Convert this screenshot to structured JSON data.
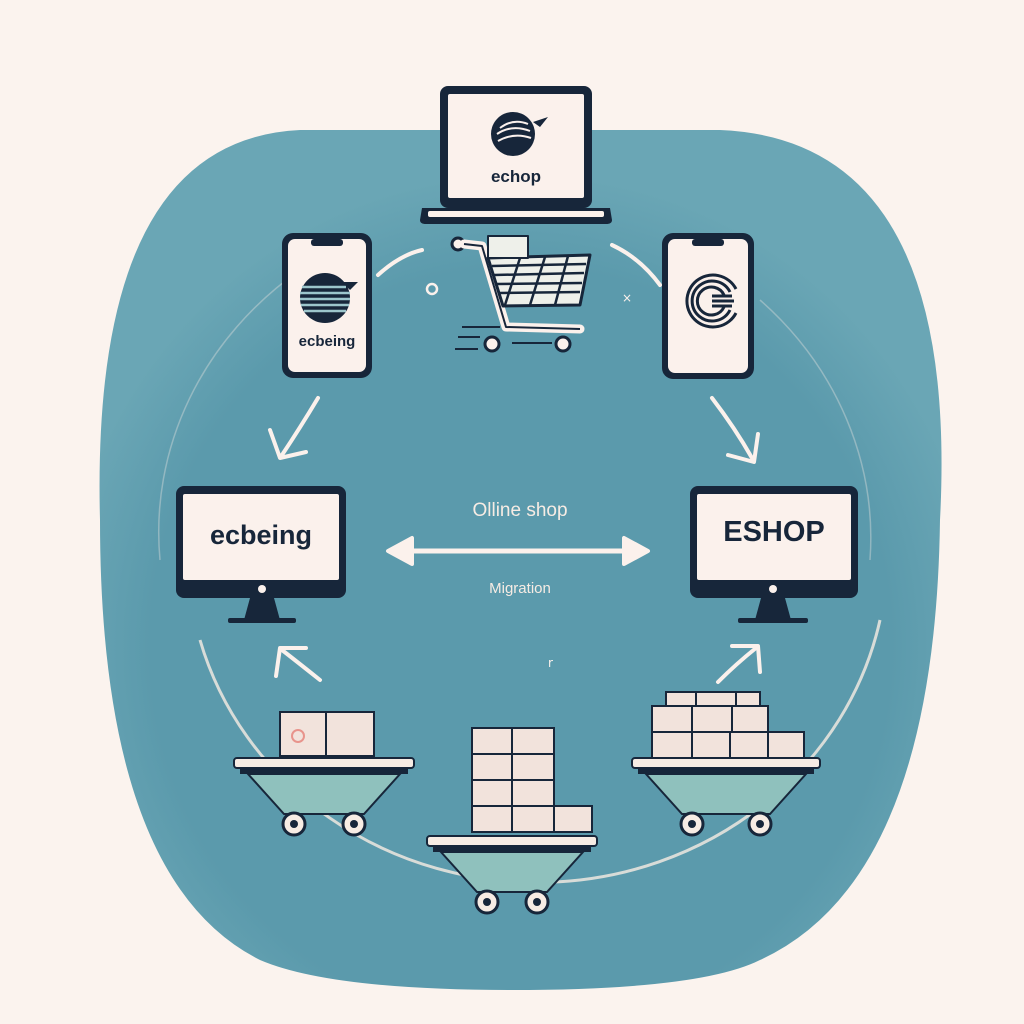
{
  "colors": {
    "background": "#fbf3ee",
    "panel": "#5b9aac",
    "dark": "#17263a",
    "screen": "#fbf1ec",
    "light_line": "#f7ece4",
    "box": "#f2e3dc",
    "cart_body": "#8fc1bd",
    "stamp": "#e8948c"
  },
  "top_laptop": {
    "label": "echop",
    "logo": "wave-globe-logo"
  },
  "left_phone": {
    "label": "ecbeing",
    "logo": "striped-globe-bird-logo"
  },
  "right_phone": {
    "logo": "concentric-c-logo"
  },
  "center_cart": {
    "icon": "shopping-cart-icon"
  },
  "left_monitor": {
    "label": "ecbeing"
  },
  "right_monitor": {
    "label": "ESHOP"
  },
  "center": {
    "title": "Olline shop",
    "subtitle": "Migration",
    "arrow": "double-arrow"
  },
  "trolleys": [
    {
      "name": "left",
      "boxes": 2
    },
    {
      "name": "center",
      "boxes": 9
    },
    {
      "name": "right",
      "boxes": 10
    }
  ]
}
